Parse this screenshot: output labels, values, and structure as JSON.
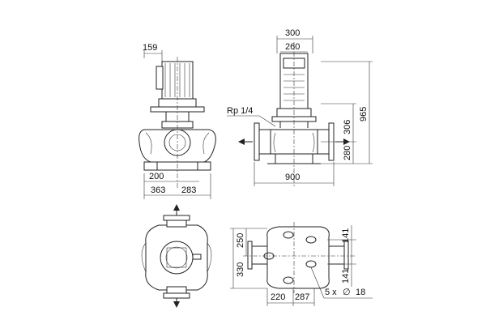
{
  "drawing": {
    "front_view": {
      "dim_motor_offset": "159",
      "dim_inlet_width": "200",
      "dim_left_half": "363",
      "dim_right_half": "283"
    },
    "side_view": {
      "dim_motor_width": "300",
      "dim_motor_inner_width": "260",
      "dim_connection": "Rp 1/4",
      "dim_flange_to_base": "306",
      "dim_base_height": "280",
      "dim_total_height": "965",
      "dim_port_to_port": "900"
    },
    "top_view_left": {},
    "top_view_right": {
      "dim_upper_half": "250",
      "dim_total_depth": "330",
      "dim_top_offset": "141",
      "dim_bottom_offset": "141",
      "dim_left_span": "220",
      "dim_right_span": "287",
      "dim_holes": "5 x",
      "diameter_symbol": "∅",
      "dim_hole_diameter": "18"
    }
  }
}
